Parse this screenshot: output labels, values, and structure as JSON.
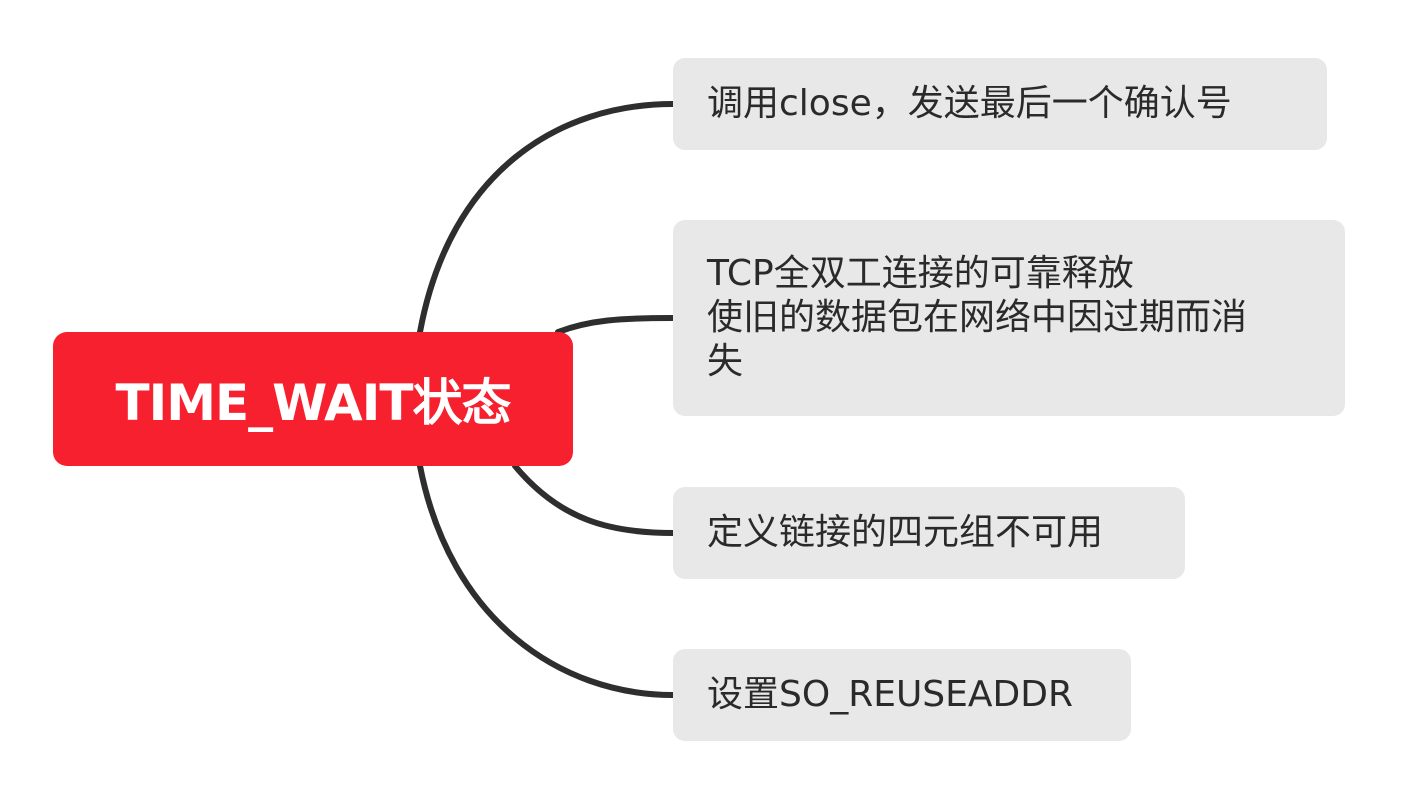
{
  "root": {
    "label": "TIME_WAIT状态",
    "color": "#f6202e"
  },
  "children": [
    {
      "lines": [
        "调用close，发送最后一个确认号"
      ]
    },
    {
      "lines": [
        "TCP全双工连接的可靠释放",
        "使旧的数据包在网络中因过期而消",
        "失"
      ]
    },
    {
      "lines": [
        "定义链接的四元组不可用"
      ]
    },
    {
      "lines": [
        "设置SO_REUSEADDR"
      ]
    }
  ],
  "colors": {
    "node_background": "#e8e8e8",
    "connector": "#2e2e2e",
    "text": "#2a2a2a"
  }
}
